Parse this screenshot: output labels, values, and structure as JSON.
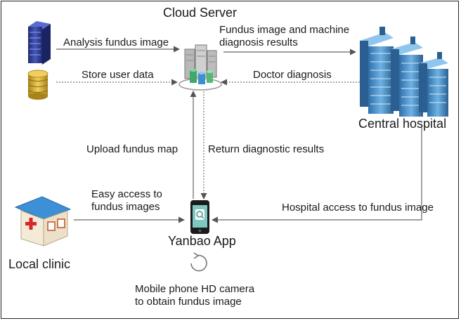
{
  "nodes": {
    "cloud_server": "Cloud Server",
    "central_hospital": "Central hospital",
    "local_clinic": "Local clinic",
    "yanbao_app": "Yanbao App"
  },
  "edges": {
    "analysis": "Analysis fundus image",
    "store": "Store user data",
    "fundus_results": "Fundus image and machine\ndiagnosis results",
    "doctor": "Doctor diagnosis",
    "upload": "Upload fundus map",
    "return_results": "Return diagnostic results",
    "easy_access": "Easy access to\nfundus images",
    "hospital_access": "Hospital access to fundus image"
  },
  "notes": {
    "camera": "Mobile phone HD camera\nto obtain fundus image"
  },
  "colors": {
    "line": "#666666",
    "server_blue": "#2e3b8f",
    "coin_gold": "#c9a227",
    "building_blue": "#4a90c8",
    "clinic_roof": "#3d8fd6",
    "phone_screen": "#7ec8c0"
  }
}
